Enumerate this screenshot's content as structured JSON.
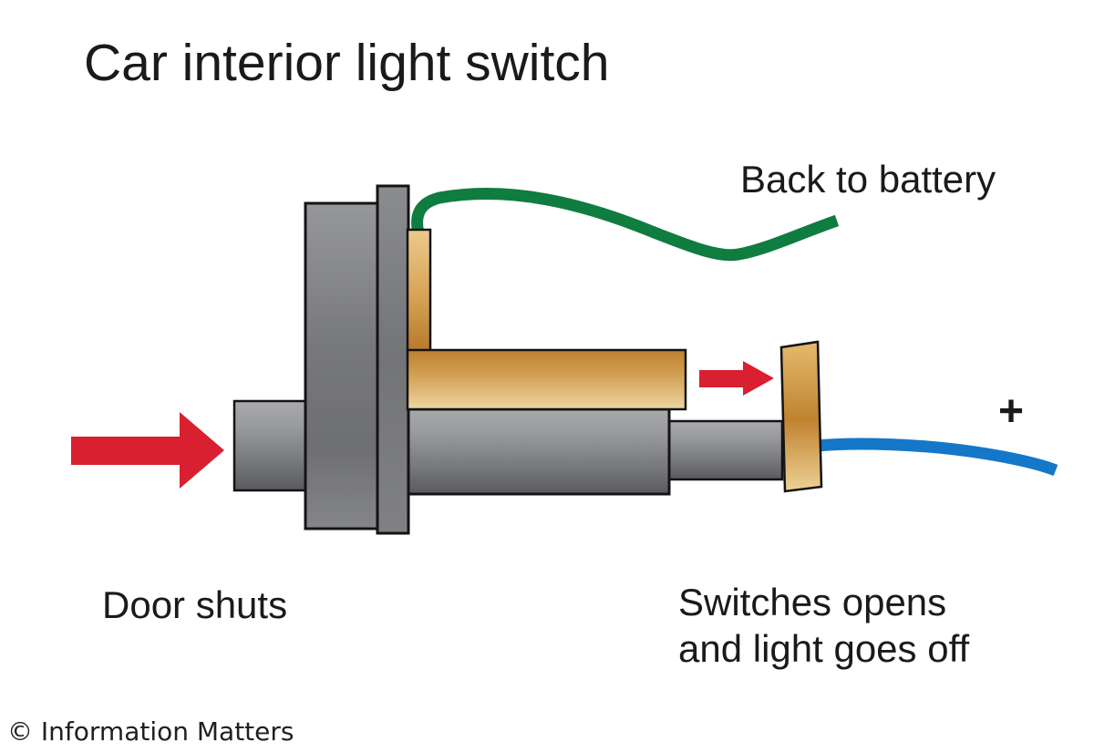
{
  "title": "Car interior light switch",
  "annotations": {
    "back_to_battery": "Back to battery",
    "door_shuts": "Door shuts",
    "switch_caption_line1": "Switches opens",
    "switch_caption_line2": "and light goes off",
    "plus_sign": "+",
    "copyright": "© Information Matters"
  },
  "colors": {
    "background": "#ffffff",
    "text": "#1a1a1a",
    "part_outline": "#141414",
    "wire_green": "#0f7c40",
    "wire_blue": "#1477c8",
    "arrow_red": "#d92030",
    "metal_gray_light": "#a9aaae",
    "metal_gray_dark": "#5a5b5f",
    "brass_light": "#eed7a4",
    "brass_dark": "#b8792c"
  }
}
